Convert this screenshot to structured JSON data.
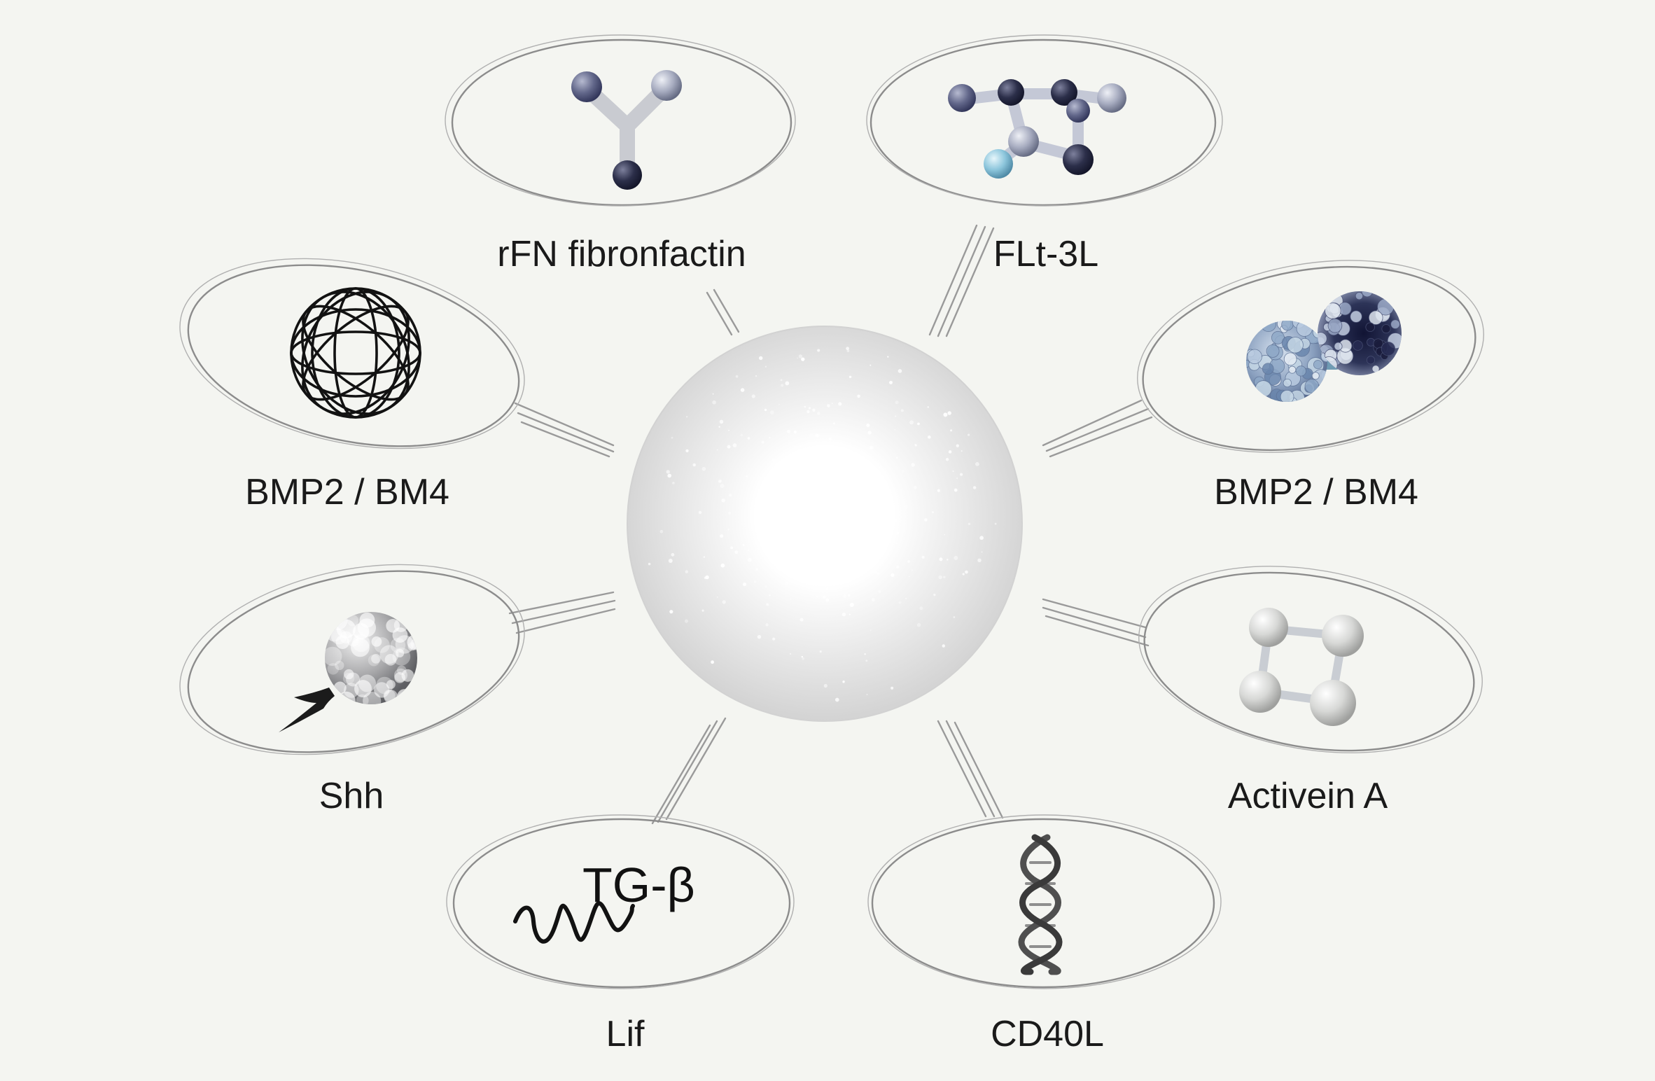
{
  "diagram": {
    "center": {
      "name": "central-cell"
    },
    "nodes": [
      {
        "id": "top-left",
        "label": "rFN fibronfactin",
        "icon": "y-molecule-icon"
      },
      {
        "id": "top-right",
        "label": "FLt-3L",
        "icon": "ring-molecule-icon"
      },
      {
        "id": "mid-left",
        "label": "BMP2 / BM4",
        "icon": "wire-sphere-icon"
      },
      {
        "id": "mid-right",
        "label": "BMP2 / BM4",
        "icon": "dumbbell-molecule-icon"
      },
      {
        "id": "lower-left",
        "label": "Shh",
        "icon": "spiked-sphere-icon"
      },
      {
        "id": "lower-right",
        "label": "Activein A",
        "icon": "square-molecule-icon"
      },
      {
        "id": "bottom-left",
        "label": "Lif",
        "icon": "wave-icon",
        "inset_text": "TG-β"
      },
      {
        "id": "bottom-right",
        "label": "CD40L",
        "icon": "double-helix-icon"
      }
    ]
  }
}
